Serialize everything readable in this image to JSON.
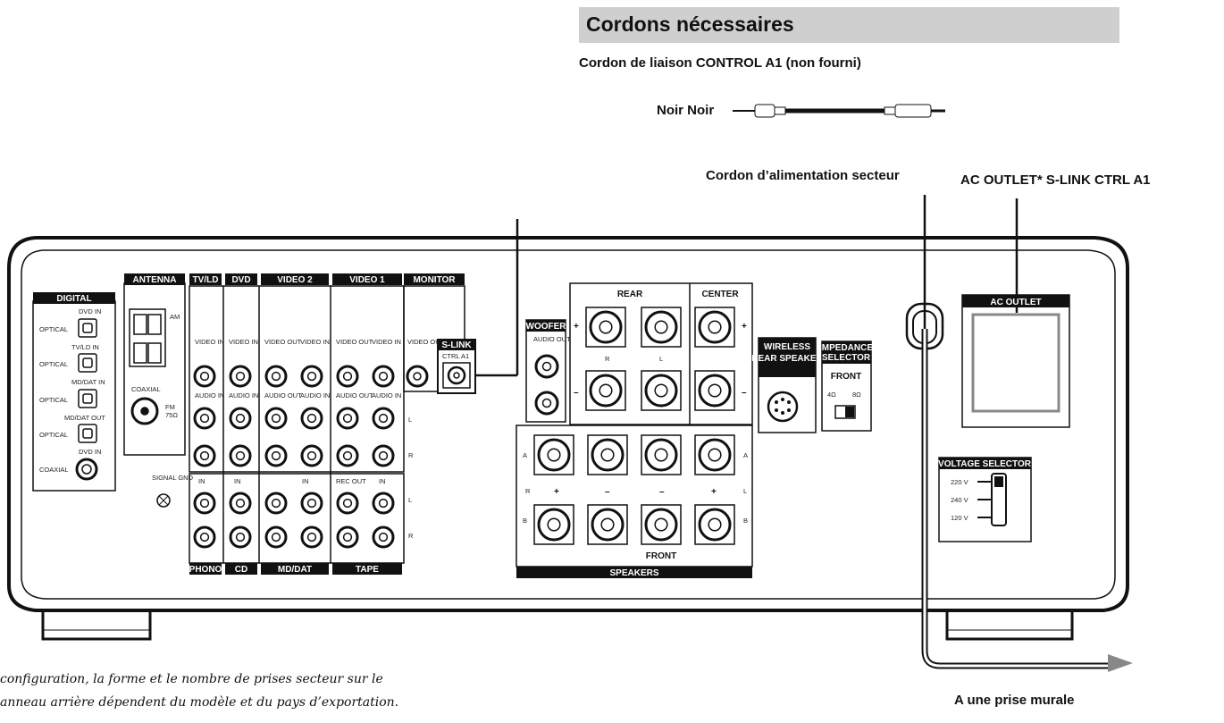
{
  "heading": "Cordons nécessaires",
  "cable_title": "Cordon de liaison CONTROL A1 (non fourni)",
  "cable_colors": "Noir Noir",
  "power_cord_label": "Cordon d’alimentation secteur",
  "top_right_label": "AC OUTLET* S-LINK CTRL A1",
  "wall_outlet_label": "A une prise murale",
  "footnote_line1": "configuration, la forme et le nombre de prises secteur sur le",
  "footnote_line2": "anneau arrière dépendent du modèle et du pays d’exportation.",
  "panel": {
    "digital": "DIGITAL",
    "dvd_in": "DVD IN",
    "tv_ld_in": "TV/LD IN",
    "md_dat_in": "MD/DAT IN",
    "md_dat_out": "MD/DAT OUT",
    "dvd_in_2": "DVD IN",
    "optical": "OPTICAL",
    "coaxial": "COAXIAL",
    "antenna": "ANTENNA",
    "am": "AM",
    "fm": "FM",
    "ohm75": "75Ω",
    "coaxial_fm": "COAXIAL",
    "signal_gnd": "SIGNAL GND",
    "tv_ld": "TV/LD",
    "dvd": "DVD",
    "video2": "VIDEO 2",
    "video1": "VIDEO 1",
    "monitor": "MONITOR",
    "video_in": "VIDEO IN",
    "video_out": "VIDEO OUT",
    "audio_in": "AUDIO IN",
    "audio_out": "AUDIO OUT",
    "in": "IN",
    "out": "OUT",
    "rec_out": "REC OUT",
    "l": "L",
    "r": "R",
    "s_link": "S-LINK",
    "ctrl_a1": "CTRL A1",
    "phono": "PHONO",
    "cd": "CD",
    "md_dat": "MD/DAT",
    "tape": "TAPE",
    "woofer": "WOOFER",
    "audio_out_woofer": "AUDIO OUT",
    "rear": "REAR",
    "center": "CENTER",
    "front": "FRONT",
    "speakers": "SPEAKERS",
    "a": "A",
    "b": "B",
    "plus": "+",
    "minus": "–",
    "wireless": "WIRELESS",
    "rear_speaker": "REAR SPEAKER",
    "impedance": "IMPEDANCE",
    "selector": "SELECTOR",
    "front_imp": "FRONT",
    "ohm4": "4Ω",
    "ohm8": "8Ω",
    "ac_outlet": "AC OUTLET",
    "voltage_selector": "VOLTAGE SELECTOR",
    "v220": "220 V",
    "v240": "240 V",
    "v120": "120 V"
  },
  "colors": {
    "panel_stroke": "#111111",
    "header_fill": "#111111",
    "bar_fill": "#cfcfcf"
  }
}
